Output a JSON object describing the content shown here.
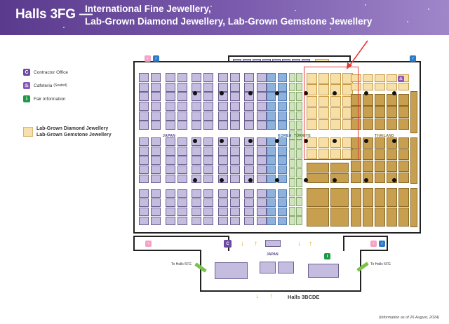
{
  "header": {
    "hall": "Halls 3FG",
    "separator": "—",
    "line1": "International Fine Jewellery,",
    "line2": "Lab-Grown Diamond Jewellery, Lab-Grown Gemstone Jewellery"
  },
  "legend": {
    "contractor": {
      "icon": "C",
      "label": "Contractor Office"
    },
    "cafeteria": {
      "label": "Cafeteria",
      "note": "(Seated)"
    },
    "fair_info": {
      "icon": "i",
      "label": "Fair Information"
    },
    "labgrown": {
      "line1": "Lab-Grown Diamond Jewellery",
      "line2": "Lab-Grown Gemstone Jewellery"
    }
  },
  "zones": {
    "japan": "JAPAN",
    "korea": "KOREA",
    "turkey": "TÜRKIYE",
    "thailand": "THAILAND",
    "japan_lower": "JAPAN"
  },
  "signs": {
    "to_hall_left": "To Halls 5FG",
    "to_hall_right": "To Halls 5FG",
    "bottom": "Halls 3BCDE",
    "note": "(Information as of 26 August, 2024)"
  },
  "colors": {
    "japan": "#c4bde0",
    "korea": "#8fb2dc",
    "turkey": "#cfe3bc",
    "labgrown": "#f7dfa8",
    "thailand": "#c79f4e",
    "highlight": "#e53935",
    "header": "#6b4ba0"
  },
  "icons": {
    "restroom": "restroom-icon",
    "contractor": "contractor-office-icon",
    "cafeteria": "cafeteria-icon",
    "info": "info-icon",
    "arrow": "arrow-up-icon"
  }
}
